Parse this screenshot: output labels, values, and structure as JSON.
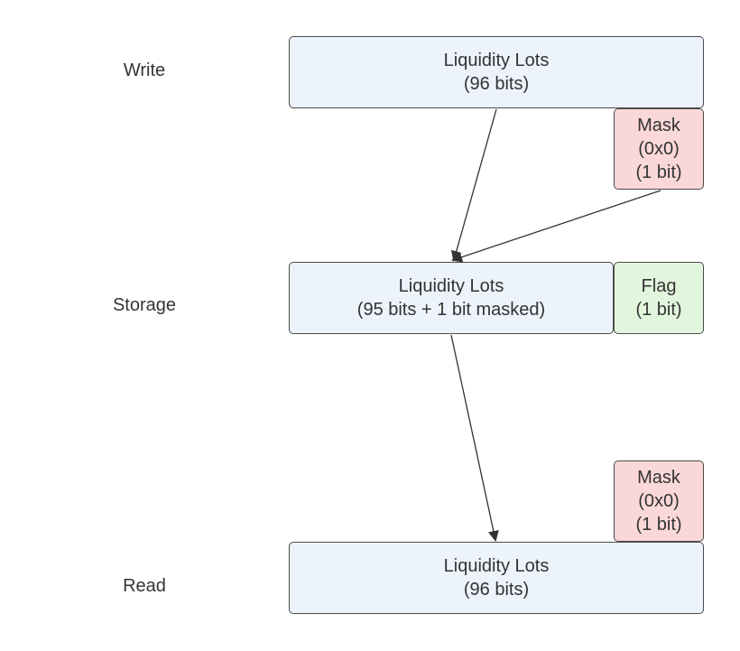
{
  "rows": {
    "write": "Write",
    "storage": "Storage",
    "read": "Read"
  },
  "write_box": {
    "line1": "Liquidity Lots",
    "line2": "(96 bits)"
  },
  "write_mask": {
    "line1": "Mask",
    "line2": "(0x0)",
    "line3": "(1 bit)"
  },
  "storage_box": {
    "line1": "Liquidity Lots",
    "line2": "(95 bits + 1 bit masked)"
  },
  "storage_flag": {
    "line1": "Flag",
    "line2": "(1 bit)"
  },
  "read_mask": {
    "line1": "Mask",
    "line2": "(0x0)",
    "line3": "(1 bit)"
  },
  "read_box": {
    "line1": "Liquidity Lots",
    "line2": "(96 bits)"
  },
  "colors": {
    "box_fill": "#edf3fb",
    "mask_fill": "#fbd8d8",
    "flag_fill": "#e2f6dd",
    "stroke": "#4a4a4a",
    "text": "#333333"
  }
}
